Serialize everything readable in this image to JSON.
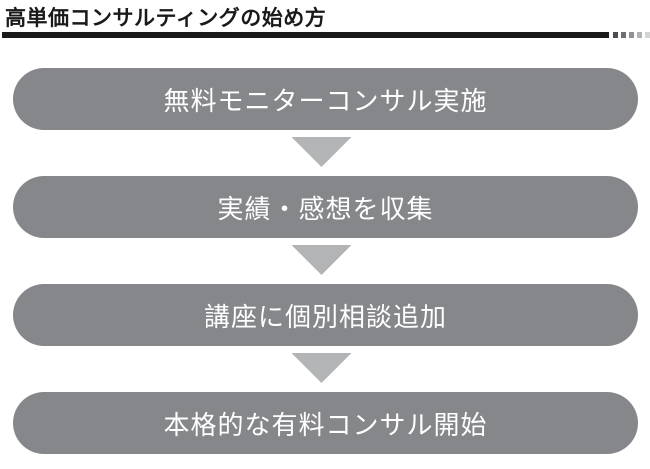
{
  "header": {
    "title": "高単価コンサルティングの始め方"
  },
  "flow": {
    "steps": [
      {
        "label": "無料モニターコンサル実施"
      },
      {
        "label": "実績・感想を収集"
      },
      {
        "label": "講座に個別相談追加"
      },
      {
        "label": "本格的な有料コンサル開始"
      }
    ]
  },
  "colors": {
    "title_text": "#1a1a1a",
    "rule": "#1a1a1a",
    "box_fill": "#85878a",
    "box_text": "#ffffff",
    "arrow_fill": "#b2b4b6",
    "rule_fade_squares": [
      "#4b4d50",
      "#6d6f72",
      "#8e9093",
      "#b0b2b4",
      "#d3d4d6"
    ]
  }
}
